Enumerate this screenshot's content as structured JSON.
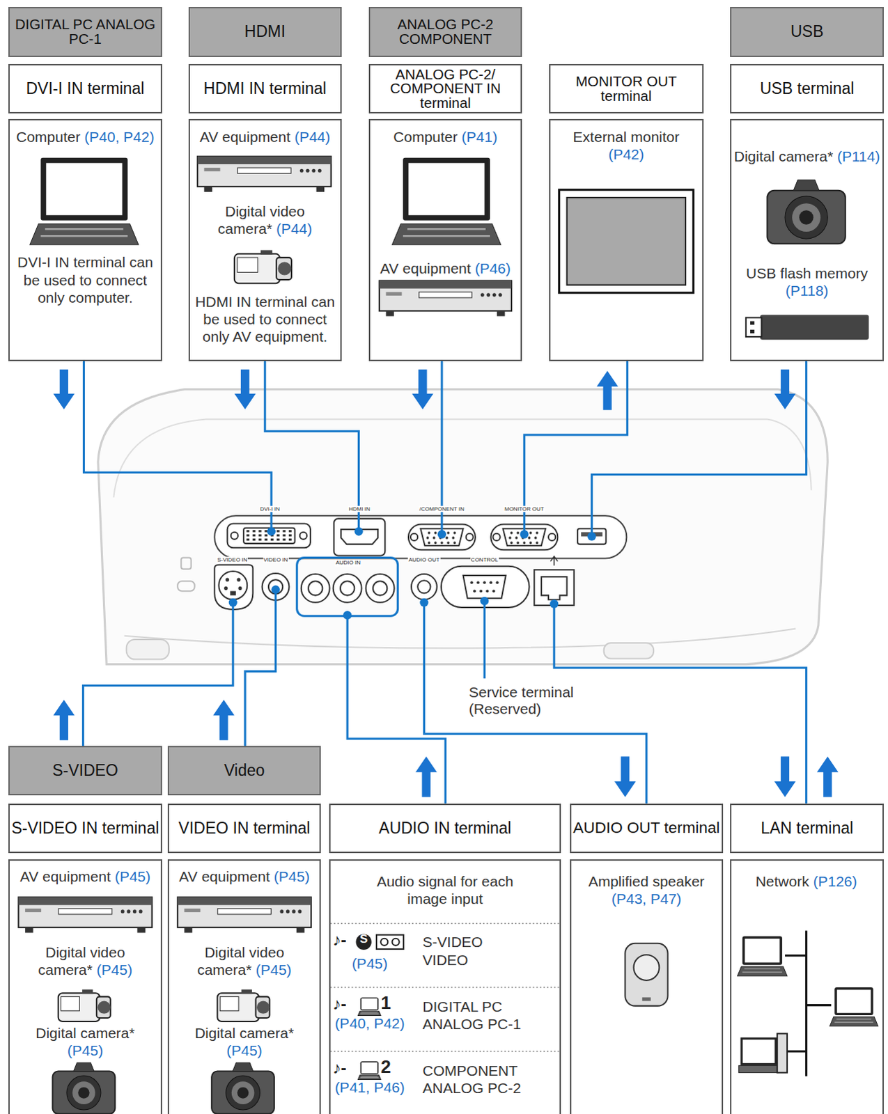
{
  "diagram": {
    "nodes": [
      {
        "text": [
          "DIGITAL PC ANALOG PC-1"
        ]
      },
      {
        "text": [
          "HDMI"
        ]
      },
      {
        "text": [
          "ANALOG PC-2 COMPONENT"
        ]
      },
      {
        "text": [
          "USB"
        ]
      },
      {
        "text": [
          "DVI-I IN terminal"
        ]
      },
      {
        "text": [
          "HDMI IN terminal"
        ]
      },
      {
        "text": [
          "ANALOG PC-2/ COMPONENT IN terminal"
        ]
      },
      {
        "text": [
          "MONITOR OUT terminal"
        ]
      },
      {
        "text": [
          "USB terminal"
        ]
      },
      {
        "text": [
          "Computer (P40, P42)",
          "DVI-I IN terminal can be used to connect only computer."
        ]
      },
      {
        "text": [
          "AV equipment (P44)",
          "Digital video camera* (P44)",
          "HDMI IN terminal can be used to connect only AV equipment."
        ]
      },
      {
        "text": [
          "Computer (P41)",
          "AV equipment (P46)"
        ]
      },
      {
        "text": [
          "External monitor (P42)"
        ]
      },
      {
        "text": [
          "Digital camera* (P114)",
          "USB flash memory (P118)"
        ]
      },
      {
        "text": [
          "S-VIDEO"
        ]
      },
      {
        "text": [
          "Video"
        ]
      },
      {
        "text": [
          "S-VIDEO IN terminal"
        ]
      },
      {
        "text": [
          "VIDEO IN terminal"
        ]
      },
      {
        "text": [
          "AUDIO IN terminal"
        ]
      },
      {
        "text": [
          "AUDIO OUT terminal"
        ]
      },
      {
        "text": [
          "LAN terminal"
        ]
      },
      {
        "text": [
          "AV equipment (P45)",
          "Digital video camera* (P45)",
          "Digital camera* (P45)"
        ]
      },
      {
        "text": [
          "AV equipment (P45)",
          "Digital video camera* (P45)",
          "Digital camera* (P45)"
        ]
      },
      {
        "text": [
          "Audio signal for each image input",
          "(P45)",
          "S-VIDEO VIDEO",
          "(P40, P42)",
          "DIGITAL PC ANALOG PC-1",
          "(P41, P46)",
          "COMPONENT ANALOG PC-2"
        ]
      },
      {
        "text": [
          "Amplified speaker (P43, P47)"
        ]
      },
      {
        "text": [
          "Network (P126)"
        ]
      }
    ],
    "labels": [
      "DVI-I IN",
      "HDMI IN",
      "/COMPONENT IN",
      "MONITOR OUT",
      "S-VIDEO IN",
      "VIDEO IN",
      "AUDIO IN",
      "AUDIO OUT",
      "CONTROL",
      "Service terminal (Reserved)",
      "♪-",
      "S",
      "♪-",
      "1",
      "♪-",
      "2"
    ]
  }
}
